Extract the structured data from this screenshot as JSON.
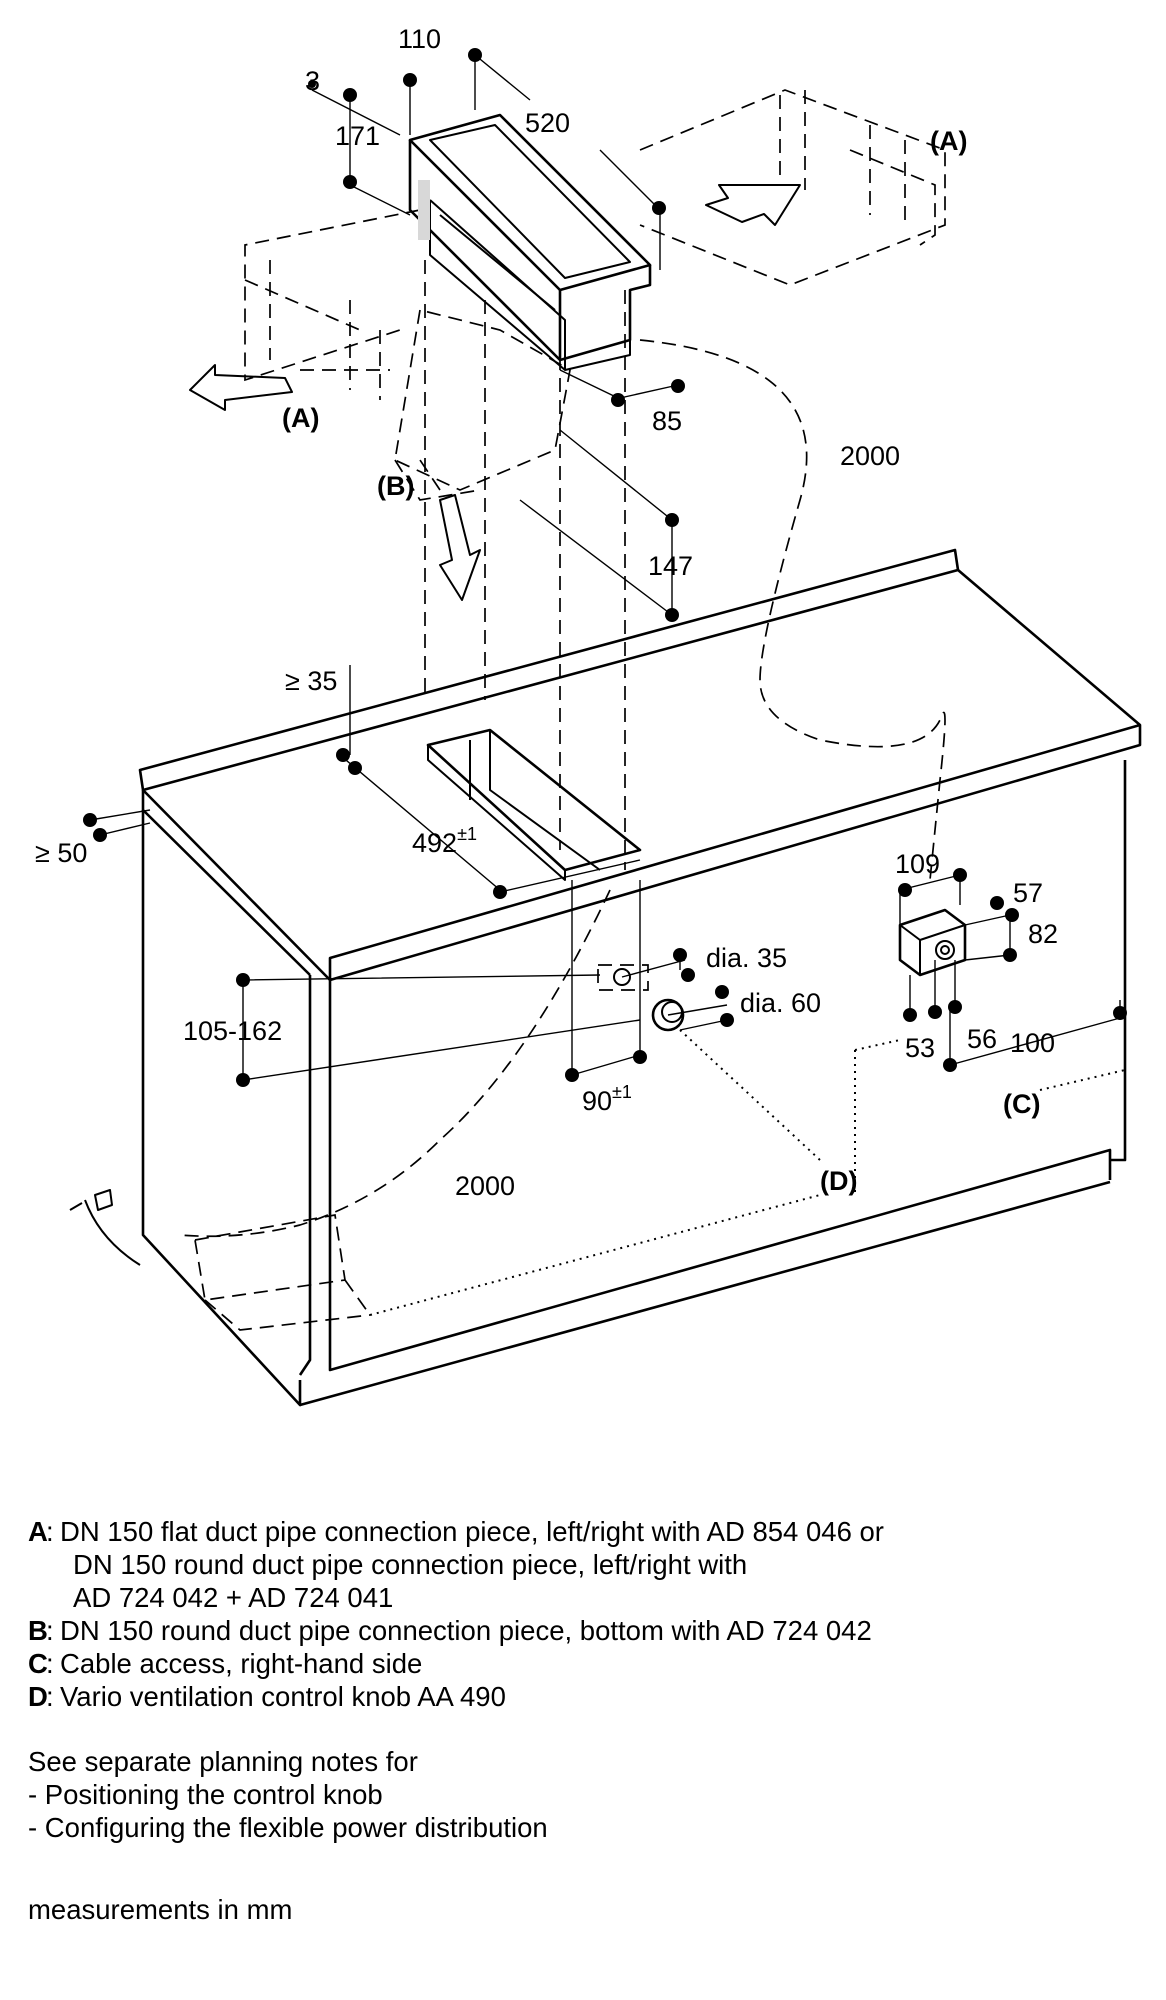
{
  "diagram": {
    "dimensions": {
      "d3": "3",
      "d110": "110",
      "d520": "520",
      "d171": "171",
      "d85": "85",
      "d2000_top": "2000",
      "d147": "147",
      "d35": "≥ 35",
      "d50": "≥ 50",
      "d492": "492",
      "d492_tol": "±1",
      "dia35": "dia. 35",
      "dia60": "dia. 60",
      "d105_162": "105-162",
      "d90": "90",
      "d90_tol": "±1",
      "d109": "109",
      "d57": "57",
      "d82": "82",
      "d53": "53",
      "d56": "56",
      "d100": "100",
      "d2000_bottom": "2000"
    },
    "callouts": {
      "A_right": "(A)",
      "A_left": "(A)",
      "B": "(B)",
      "C": "(C)",
      "D": "(D)"
    }
  },
  "legend": {
    "items": [
      {
        "key": "A",
        "text": "DN 150 flat duct pipe connection piece, left/right with AD 854 046 or"
      },
      {
        "key": "",
        "text": "DN 150 round duct pipe connection piece, left/right with"
      },
      {
        "key": "",
        "text": "AD 724 042 + AD 724 041"
      },
      {
        "key": "B",
        "text": "DN 150 round duct pipe connection piece, bottom with AD 724 042"
      },
      {
        "key": "C",
        "text": "Cable access, right-hand side"
      },
      {
        "key": "D",
        "text": "Vario ventilation control knob AA 490"
      }
    ]
  },
  "notes": {
    "intro": "See separate planning notes for",
    "line1": "- Positioning the control knob",
    "line2": "- Configuring the flexible power distribution"
  },
  "units": "measurements in mm"
}
